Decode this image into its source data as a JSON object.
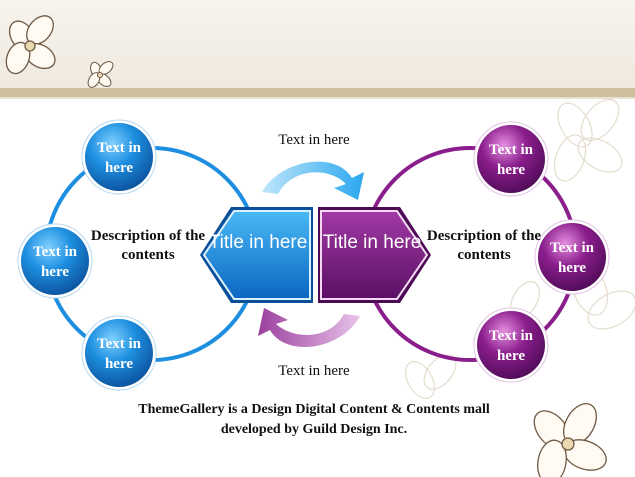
{
  "left": {
    "circles": [
      "Text in here",
      "Text in here",
      "Text in here"
    ],
    "title": "Title in here",
    "description": "Description of the contents",
    "color": "#1e8fe0"
  },
  "right": {
    "circles": [
      "Text in here",
      "Text in here",
      "Text in here"
    ],
    "title": "Title in here",
    "description": "Description of the contents",
    "color": "#8a1e8c"
  },
  "top_arrow_label": "Text in here",
  "bottom_arrow_label": "Text in here",
  "footer": {
    "line1": "ThemeGallery is a Design Digital Content & Contents mall",
    "line2": "developed by Guild Design Inc."
  }
}
